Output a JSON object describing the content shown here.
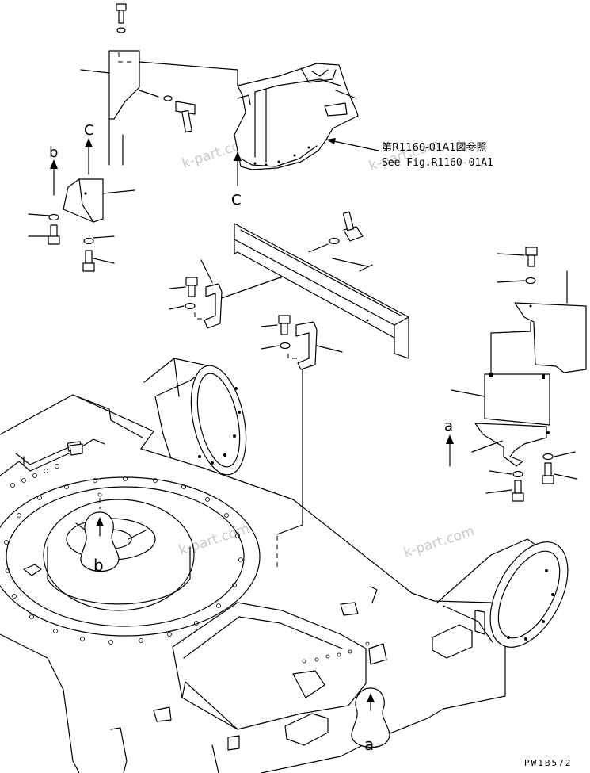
{
  "labels": {
    "ref_jp": "第R1160-01A1図参照",
    "ref_en": "See Fig.R1160-01A1",
    "view_c_top": "C",
    "view_c_bottom": "C",
    "view_b_arrow": "b",
    "view_b_marker": "b",
    "view_a_arrow": "a",
    "view_a_marker": "a",
    "drawing_number": "PW1B572"
  },
  "watermarks": [
    "k-part.com",
    "k-part.com",
    "k-part.com",
    "k-part.com"
  ],
  "colors": {
    "line": "#000000",
    "background": "#ffffff",
    "watermark": "#c9c9c9"
  }
}
